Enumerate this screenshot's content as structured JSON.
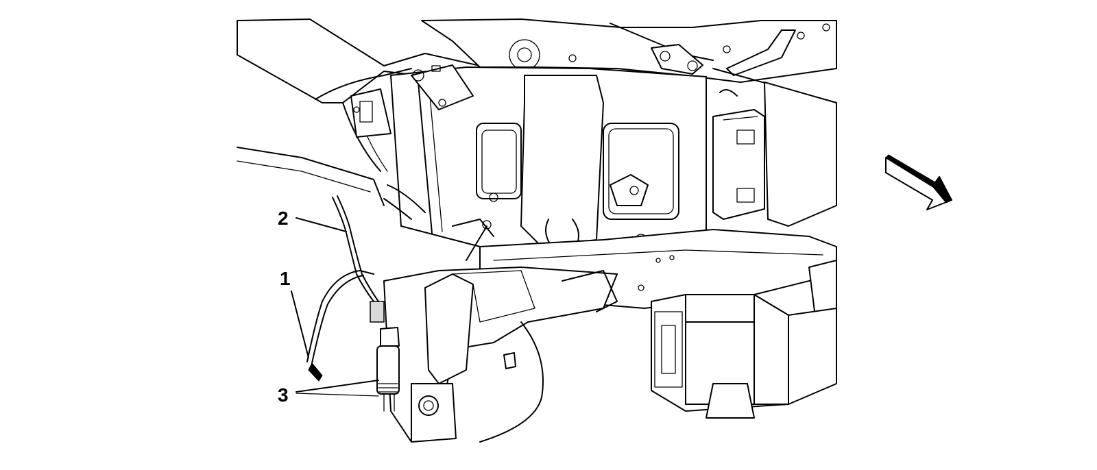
{
  "diagram": {
    "callouts": [
      {
        "id": "1",
        "label": "1"
      },
      {
        "id": "2",
        "label": "2"
      },
      {
        "id": "3",
        "label": "3"
      }
    ],
    "colors": {
      "line": "#000000",
      "background": "#ffffff",
      "shade": "#d9d9d9"
    },
    "icons": {
      "direction": "front-direction-arrow-icon"
    }
  }
}
